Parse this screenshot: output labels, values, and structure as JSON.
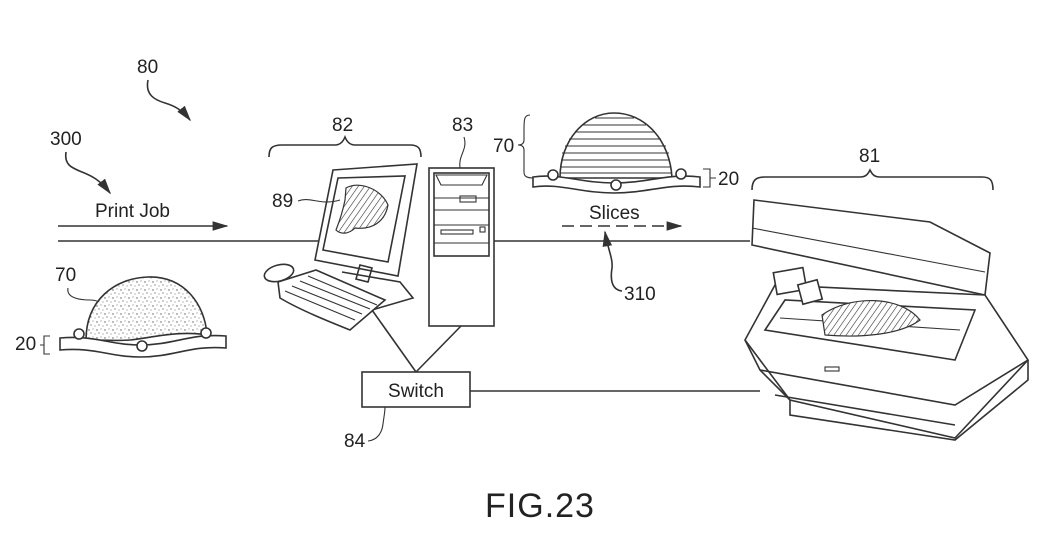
{
  "figure": {
    "caption": "FIG.23",
    "labels": {
      "system": "80",
      "print_job_ref": "300",
      "print_job": "Print Job",
      "computer": "82",
      "tower": "83",
      "image_on_screen": "89",
      "model_top": "70",
      "base_top": "20",
      "slices": "Slices",
      "slices_ref": "310",
      "printer": "81",
      "model_left": "70",
      "base_left": "20",
      "switch": "Switch",
      "switch_ref": "84"
    }
  },
  "components": [
    {
      "id": "80",
      "name": "system"
    },
    {
      "id": "81",
      "name": "3D printer"
    },
    {
      "id": "82",
      "name": "computer workstation"
    },
    {
      "id": "83",
      "name": "tower"
    },
    {
      "id": "84",
      "name": "Switch"
    },
    {
      "id": "89",
      "name": "screen image"
    },
    {
      "id": "70",
      "name": "model"
    },
    {
      "id": "20",
      "name": "base"
    },
    {
      "id": "300",
      "name": "Print Job"
    },
    {
      "id": "310",
      "name": "Slices"
    }
  ],
  "connections": [
    {
      "from": "Print Job",
      "to": "82"
    },
    {
      "from": "83",
      "to": "81",
      "label": "Slices"
    },
    {
      "from": "82",
      "to": "84"
    },
    {
      "from": "83",
      "to": "84"
    },
    {
      "from": "84",
      "to": "81"
    }
  ]
}
